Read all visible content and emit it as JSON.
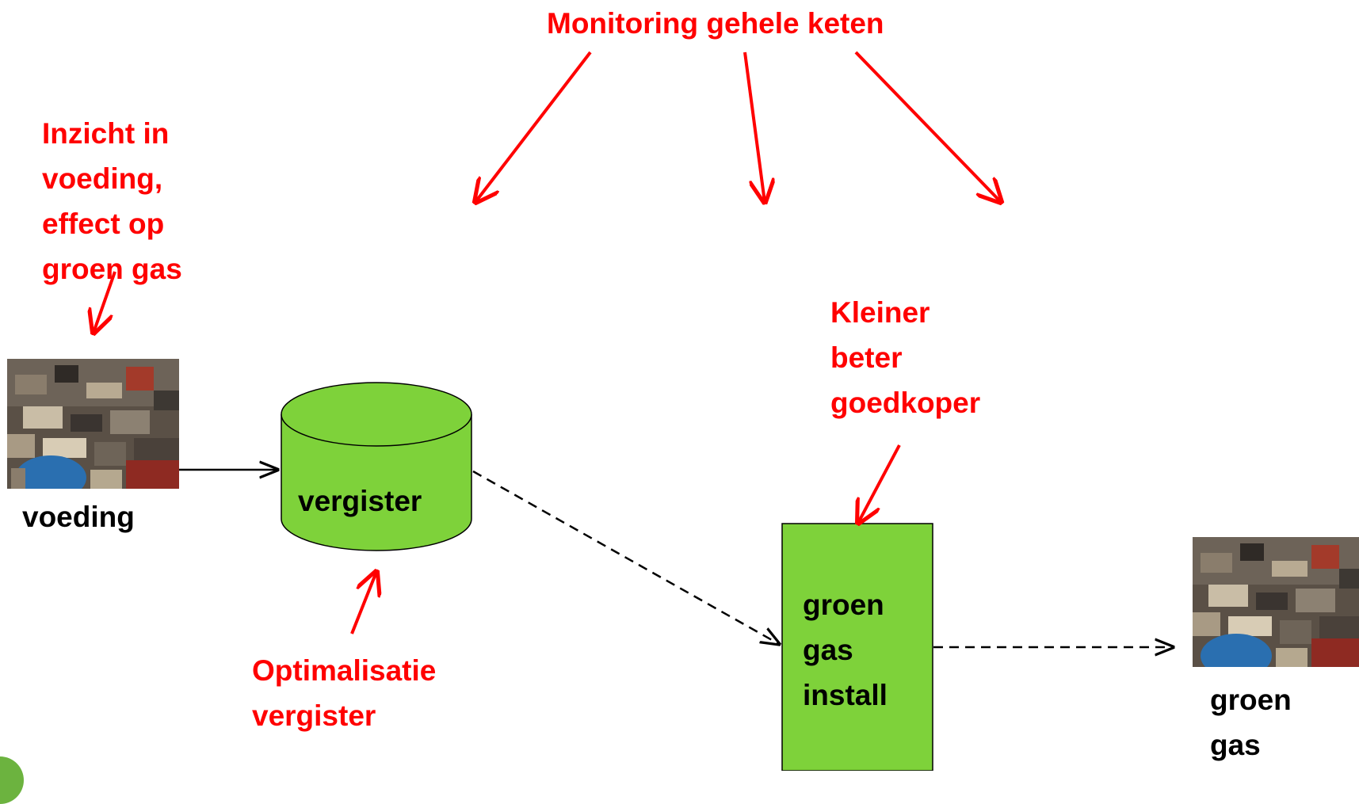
{
  "colors": {
    "annotation": "#ff0000",
    "shape_fill": "#7ed23a",
    "shape_stroke": "#000000",
    "text": "#000000",
    "corner_accent": "#6cb33f"
  },
  "annotations": {
    "monitoring": "Monitoring gehele keten",
    "inzicht": "Inzicht in\nvoeding,\neffect op\ngroen gas",
    "kleiner": "Kleiner\nbeter\ngoedkoper",
    "optimalisatie": "Optimalisatie\nvergister"
  },
  "nodes": {
    "voeding_image": "waste-feedstock-photo",
    "voeding_label": "voeding",
    "vergister_label": "vergister",
    "install_label": "groen\ngas\ninstall",
    "output_image": "waste-feedstock-photo",
    "output_label": "groen\ngas"
  }
}
